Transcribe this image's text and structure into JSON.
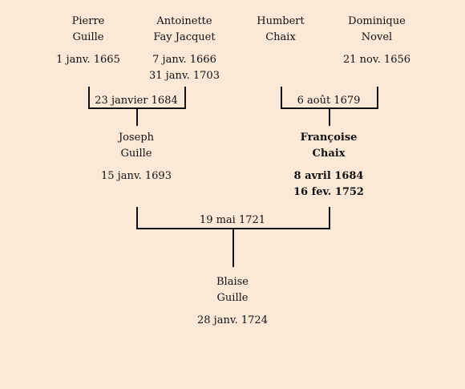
{
  "persons": {
    "pierre": {
      "first": "Pierre",
      "last": "Guille",
      "dates": [
        "1 janv. 1665"
      ]
    },
    "antoinette": {
      "first": "Antoinette",
      "last": "Fay Jacquet",
      "dates": [
        "7 janv. 1666",
        "31 janv. 1703"
      ]
    },
    "humbert": {
      "first": "Humbert",
      "last": "Chaix",
      "dates": []
    },
    "dominique": {
      "first": "Dominique",
      "last": "Novel",
      "dates": [
        "21 nov. 1656"
      ]
    },
    "joseph": {
      "first": "Joseph",
      "last": "Guille",
      "dates": [
        "15 janv. 1693"
      ]
    },
    "francoise": {
      "first": "Françoise",
      "last": "Chaix",
      "dates": [
        "8 avril 1684",
        "16 fev. 1752"
      ]
    },
    "blaise": {
      "first": "Blaise",
      "last": "Guille",
      "dates": [
        "28 janv. 1724"
      ]
    }
  },
  "unions": {
    "pierre_antoinette": "23 janvier 1684",
    "humbert_dominique": "6 août 1679",
    "joseph_francoise": "19 mai 1721"
  }
}
